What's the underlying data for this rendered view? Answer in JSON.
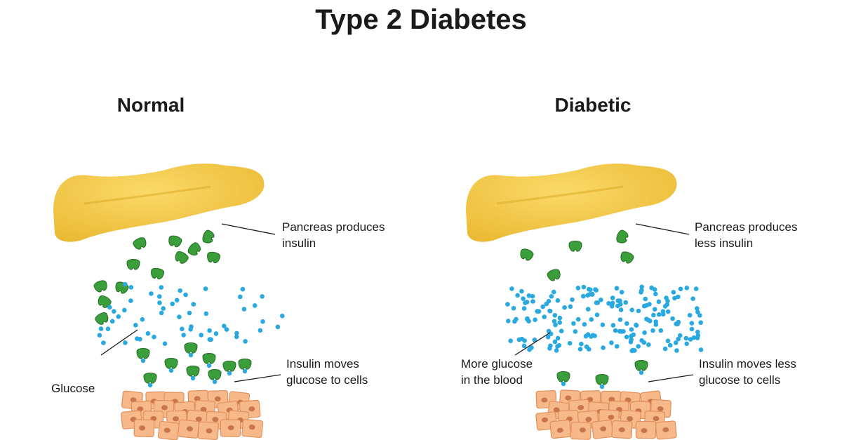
{
  "title": "Type 2 Diabetes",
  "colors": {
    "pancreas": "#f2c744",
    "pancreas_shadow": "#d9a91f",
    "insulin": "#3a9e3a",
    "insulin_dark": "#236b23",
    "glucose": "#29a9e0",
    "cell_fill": "#f7b98a",
    "cell_stroke": "#e0905c",
    "nucleus": "#c9774a"
  },
  "panels": {
    "normal": {
      "title": "Normal",
      "labels": {
        "pancreas": "Pancreas produces\ninsulin",
        "glucose": "Glucose",
        "moves": "Insulin moves\nglucose to cells"
      }
    },
    "diabetic": {
      "title": "Diabetic",
      "labels": {
        "pancreas": "Pancreas produces\nless insulin",
        "blood": "More glucose\nin the blood",
        "moves": "Insulin moves less\nglucose to cells"
      }
    }
  }
}
